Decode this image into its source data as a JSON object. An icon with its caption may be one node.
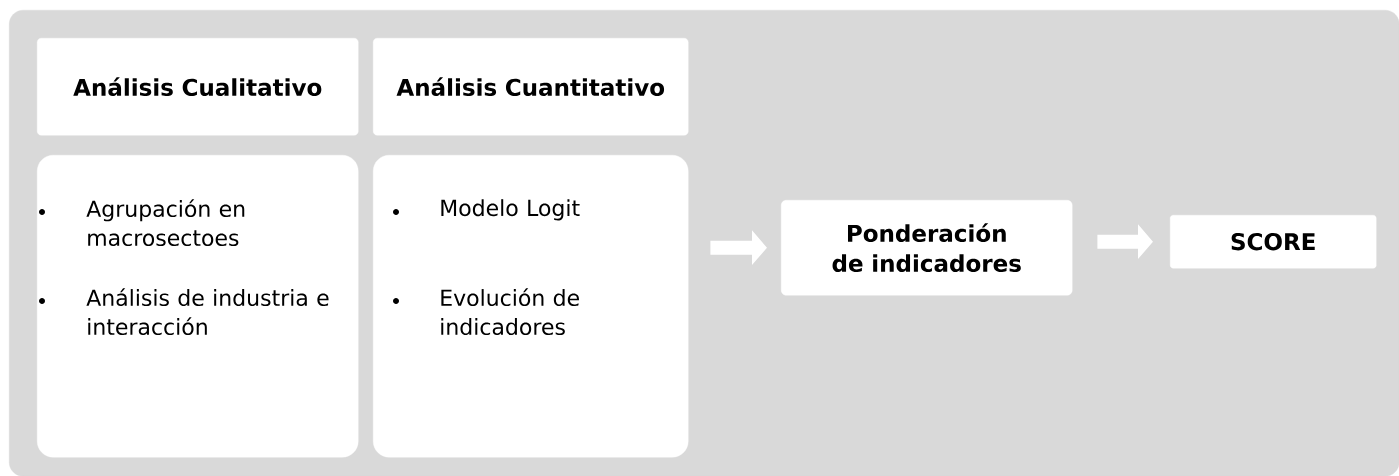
{
  "diagram": {
    "nodes": [
      {
        "text": [],
        "shape": "box"
      },
      {
        "text": [
          "Análisis Cualitativo"
        ],
        "in": 0
      },
      {
        "text": [
          "Análisis Cuantitativo"
        ],
        "in": 0
      },
      {
        "text": [
          "Agrupación en macrosectoes",
          "Análisis de industria e interacción"
        ],
        "in": 0
      },
      {
        "text": [
          "Modelo Logit",
          "Evolución de indicadores"
        ],
        "in": 0
      },
      {
        "text": [
          "Ponderación de indicadores"
        ],
        "in": 0
      },
      {
        "text": [
          "SCORE"
        ],
        "in": 0
      }
    ],
    "edges": [
      {
        "from": 4,
        "to": 5,
        "arrow": "to"
      },
      {
        "from": 5,
        "to": 6,
        "arrow": "to"
      }
    ]
  }
}
